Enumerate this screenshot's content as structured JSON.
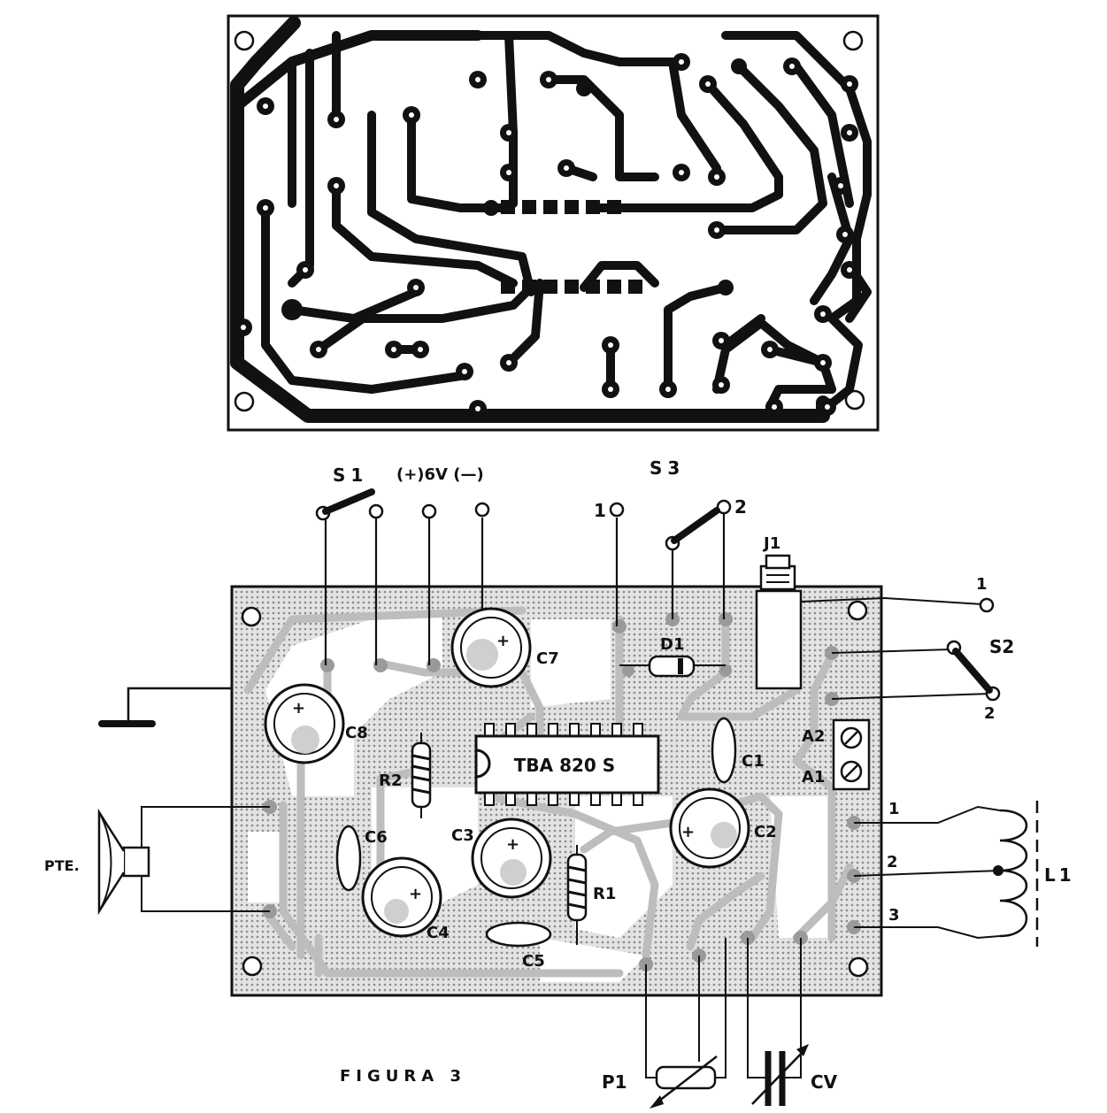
{
  "figure": {
    "caption": "FIGURA 3",
    "ic_label": "TBA 820 S",
    "power_label": "(+)6V (—)"
  },
  "switches": {
    "s1": "S1",
    "s2": "S2",
    "s3": "S3",
    "s3_pin1": "1",
    "s3_pin2": "2",
    "s2_pin1": "1",
    "s2_pin2": "2"
  },
  "components": {
    "c1": "C1",
    "c2": "C2",
    "c3": "C3",
    "c4": "C4",
    "c5": "C5",
    "c6": "C6",
    "c7": "C7",
    "c8": "C8",
    "r1": "R1",
    "r2": "R2",
    "d1": "D1",
    "j1": "J1",
    "a1": "A1",
    "a2": "A2",
    "l1": "L1",
    "l1_pin1": "1",
    "l1_pin2": "2",
    "l1_pin3": "3",
    "speaker": "PTE.",
    "p1": "P1",
    "cv": "CV"
  }
}
